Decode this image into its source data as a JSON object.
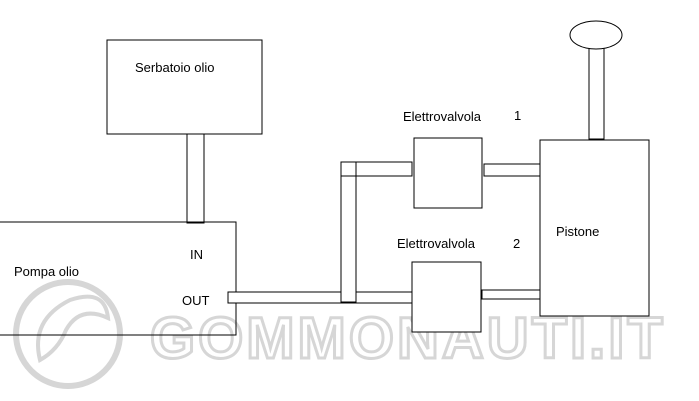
{
  "labels": {
    "tank": "Serbatoio olio",
    "pump": "Pompa olio",
    "pump_in": "IN",
    "pump_out": "OUT",
    "valve1": "Elettrovalvola",
    "valve1_number": "1",
    "valve2": "Elettrovalvola",
    "valve2_number": "2",
    "piston": "Pistone"
  },
  "watermark": {
    "text": "GOMMONAUTI.IT"
  },
  "colors": {
    "line": "#000000",
    "background": "#ffffff",
    "watermark_stroke": "#d6d6d6"
  }
}
